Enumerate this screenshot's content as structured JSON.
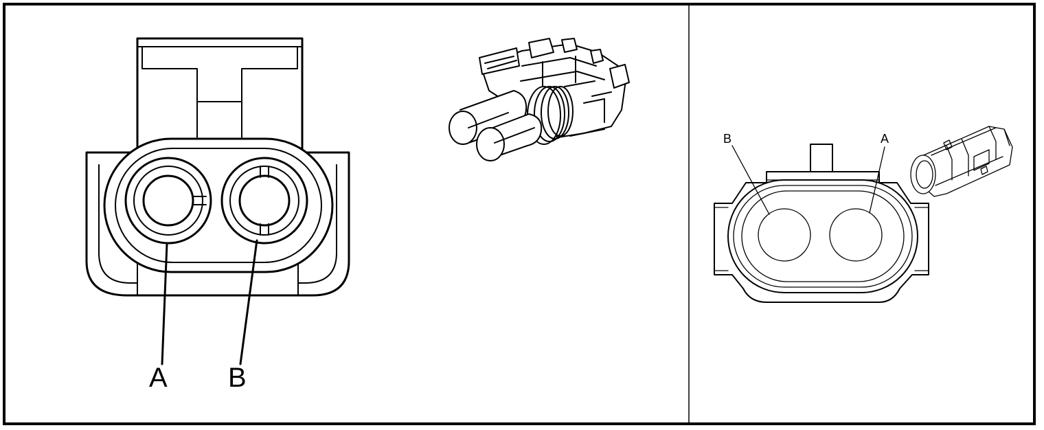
{
  "figure": {
    "left_panel": {
      "pin_labels": [
        "A",
        "B"
      ]
    },
    "right_panel": {
      "pin_labels": [
        "B",
        "A"
      ]
    }
  }
}
